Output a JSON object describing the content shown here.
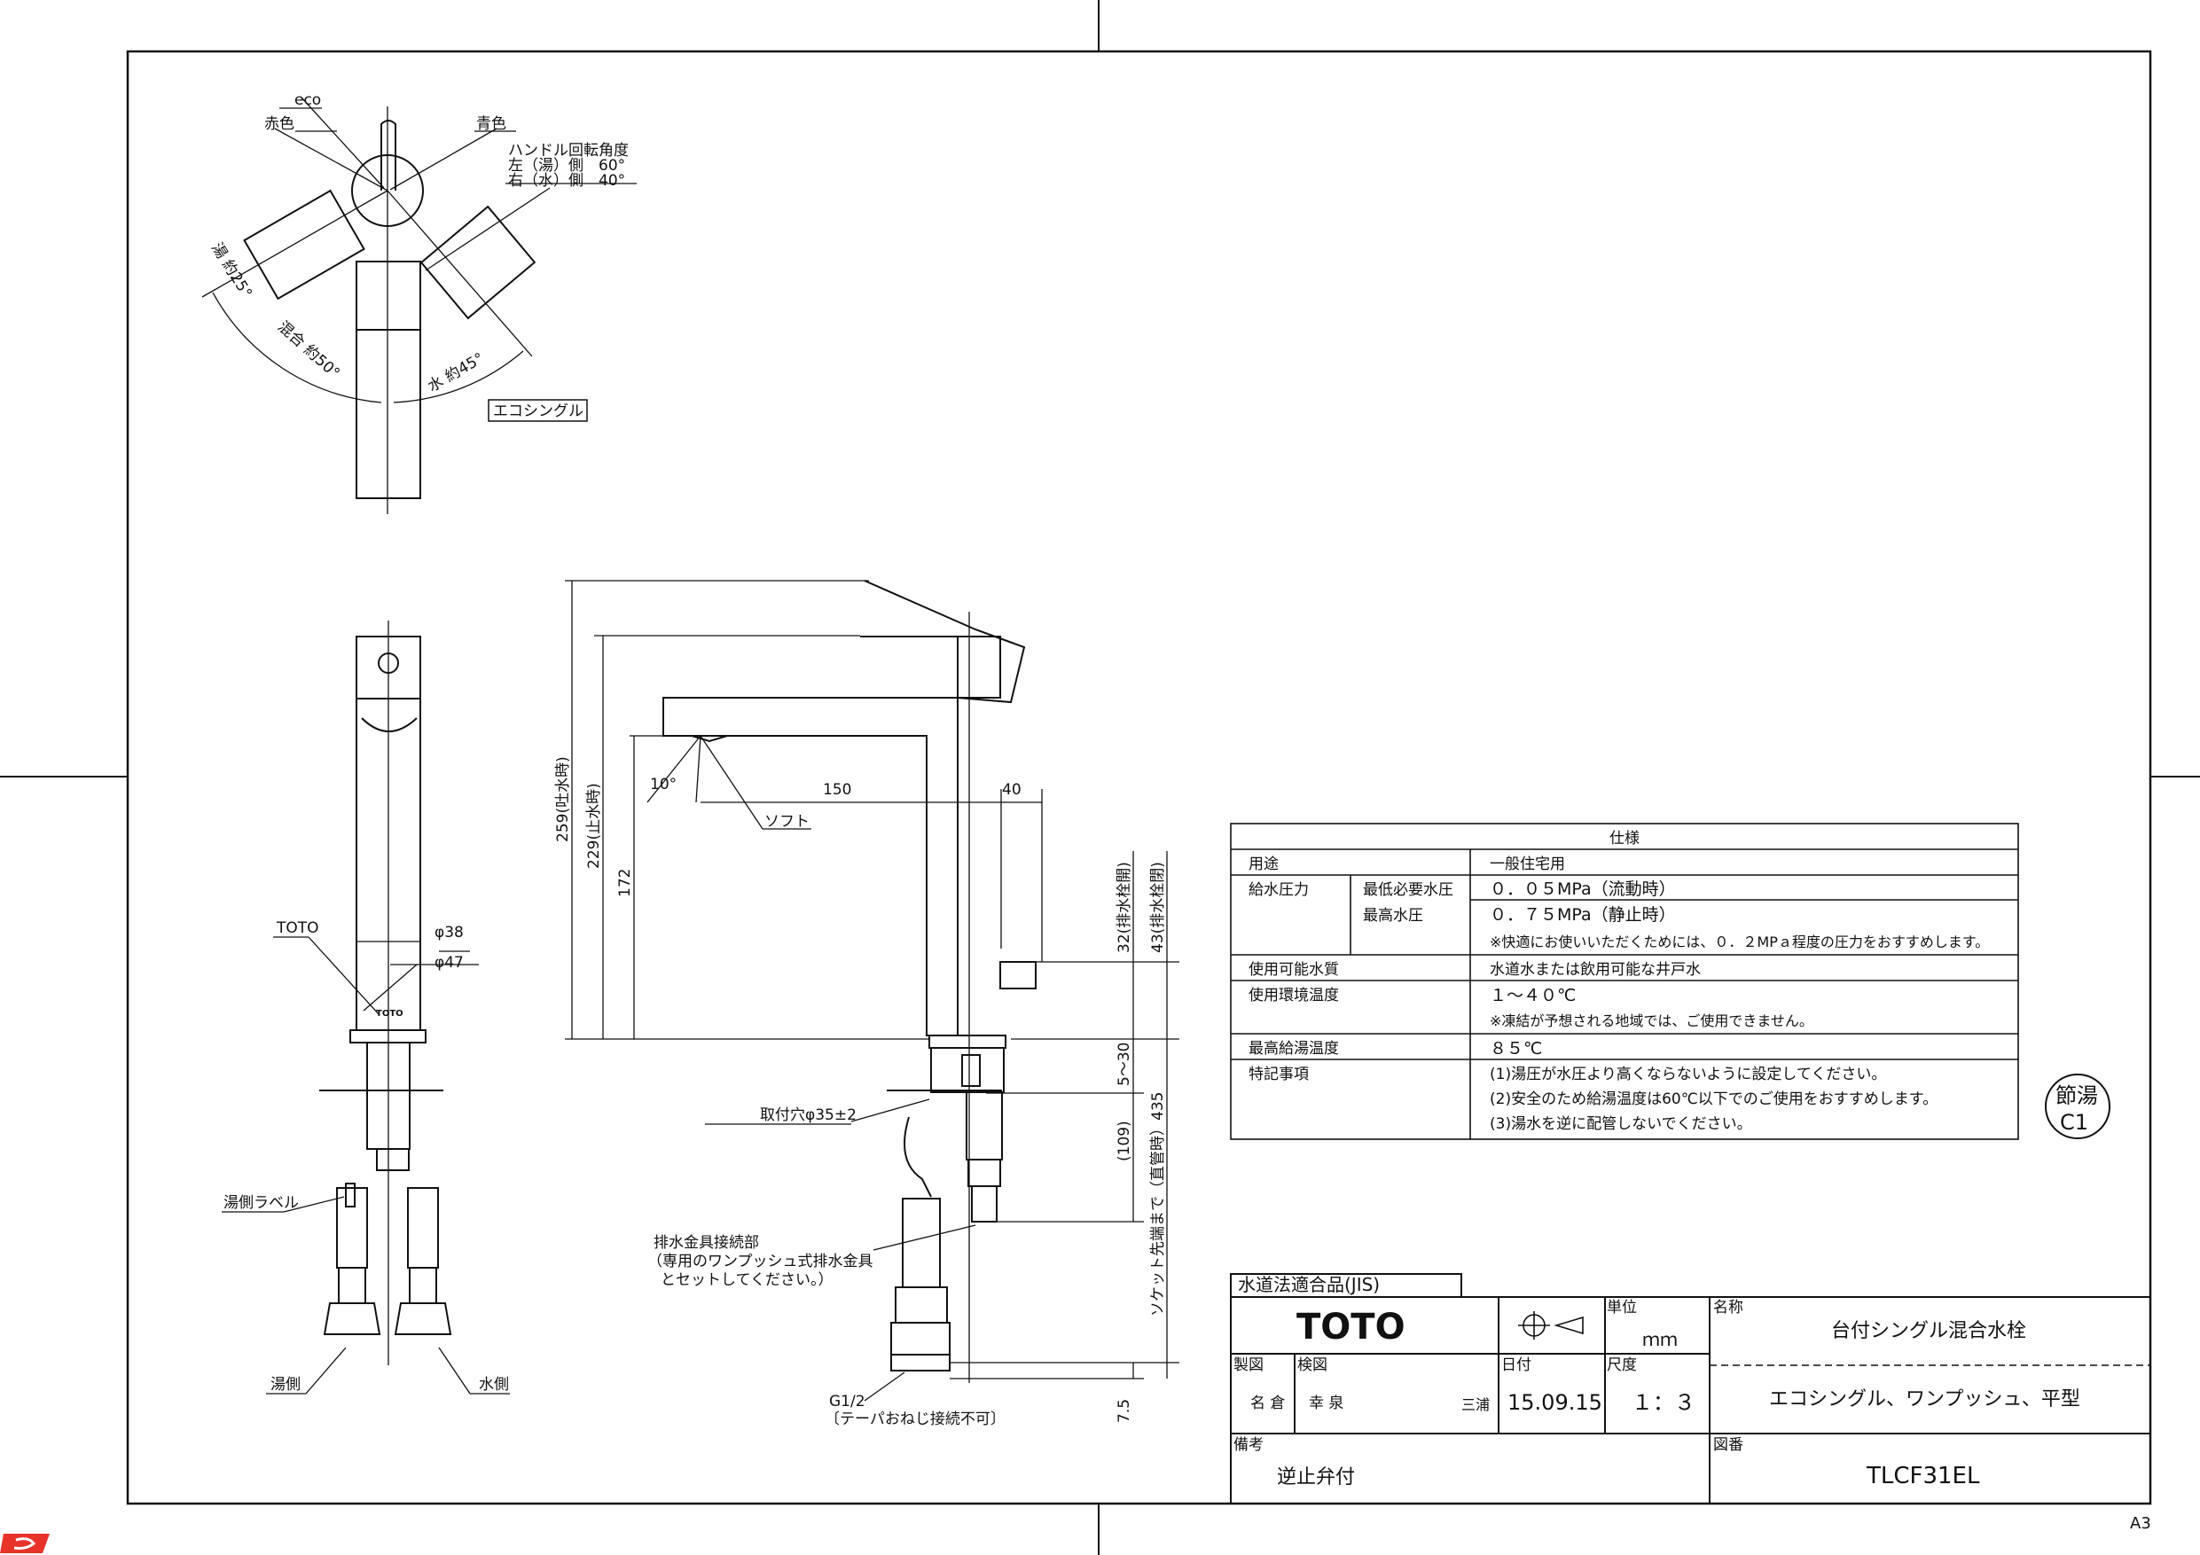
{
  "sheet_size": "A3",
  "top_view": {
    "eco": "eco",
    "red": "赤色",
    "blue": "青色",
    "handle_angle_title": "ハンドル回転角度",
    "hot_side": "左（湯）側　60°",
    "cold_side": "右（水）側　40°",
    "hot_angle": "湯 約25°",
    "mix_angle": "混合 約50°",
    "water_angle": "水 約45°",
    "model_tag": "エコシングル"
  },
  "front_view": {
    "brand": "TOTO",
    "d38": "φ38",
    "d47": "φ47",
    "hot_label": "湯側ラベル",
    "hot_side": "湯側",
    "cold_side": "水側"
  },
  "side_view": {
    "h259": "259(吐水時)",
    "h229": "229(止水時)",
    "h172": "172",
    "angle": "10°",
    "reach": "150",
    "d40": "40",
    "soft": "ソフト",
    "open": "32(排水栓開)",
    "closed": "43(排水栓閉)",
    "mount_hole": "取付穴φ35±2",
    "thick": "5～30",
    "len109": "(109)",
    "len435": "ソケット先端まで（直管時）435",
    "drain_conn": "排水金具接続部",
    "drain_note1": "（専用のワンプッシュ式排水金具",
    "drain_note2": "とセットしてください。）",
    "g12": "G1/2",
    "taper": "〔テーパおねじ接続不可〕",
    "len75": "7.5"
  },
  "spec": {
    "title": "仕様",
    "use_label": "用途",
    "use_value": "一般住宅用",
    "pressure_label": "給水圧力",
    "min_label": "最低必要水圧",
    "min_value": "０．０５MPa（流動時）",
    "max_label": "最高水圧",
    "max_value": "０．７５MPa（静止時）",
    "pressure_note": "※快適にお使いいただくためには、０．２MPａ程度の圧力をおすすめします。",
    "water_label": "使用可能水質",
    "water_value": "水道水または飲用可能な井戸水",
    "env_label": "使用環境温度",
    "env_value": "１～４０℃",
    "env_note": "※凍結が予想される地域では、ご使用できません。",
    "hotmax_label": "最高給湯温度",
    "hotmax_value": "８５℃",
    "notes_label": "特記事項",
    "note1": "(1)湯圧が水圧より高くならないように設定してください。",
    "note2": "(2)安全のため給湯温度は60℃以下でのご使用をおすすめします。",
    "note3": "(3)湯水を逆に配管しないでください。"
  },
  "badge": {
    "line1": "節湯",
    "line2": "C1"
  },
  "title_block": {
    "jis": "水道法適合品(JIS)",
    "logo": "TOTO",
    "unit_label": "単位",
    "unit_value": "ｍｍ",
    "name_label": "名称",
    "name_value": "台付シングル混合水栓",
    "made_label": "製図",
    "made_value": "名 倉",
    "checked_label": "検図",
    "checked_value": "幸 泉",
    "approved_value": "三浦",
    "date_label": "日付",
    "date_value": "15.09.15",
    "scale_label": "尺度",
    "scale_value": "１：３",
    "subname_value": "エコシングル、ワンプッシュ、平型",
    "remarks_label": "備考",
    "remarks_value": "逆止弁付",
    "dwg_label": "図番",
    "dwg_value": "TLCF31EL"
  }
}
